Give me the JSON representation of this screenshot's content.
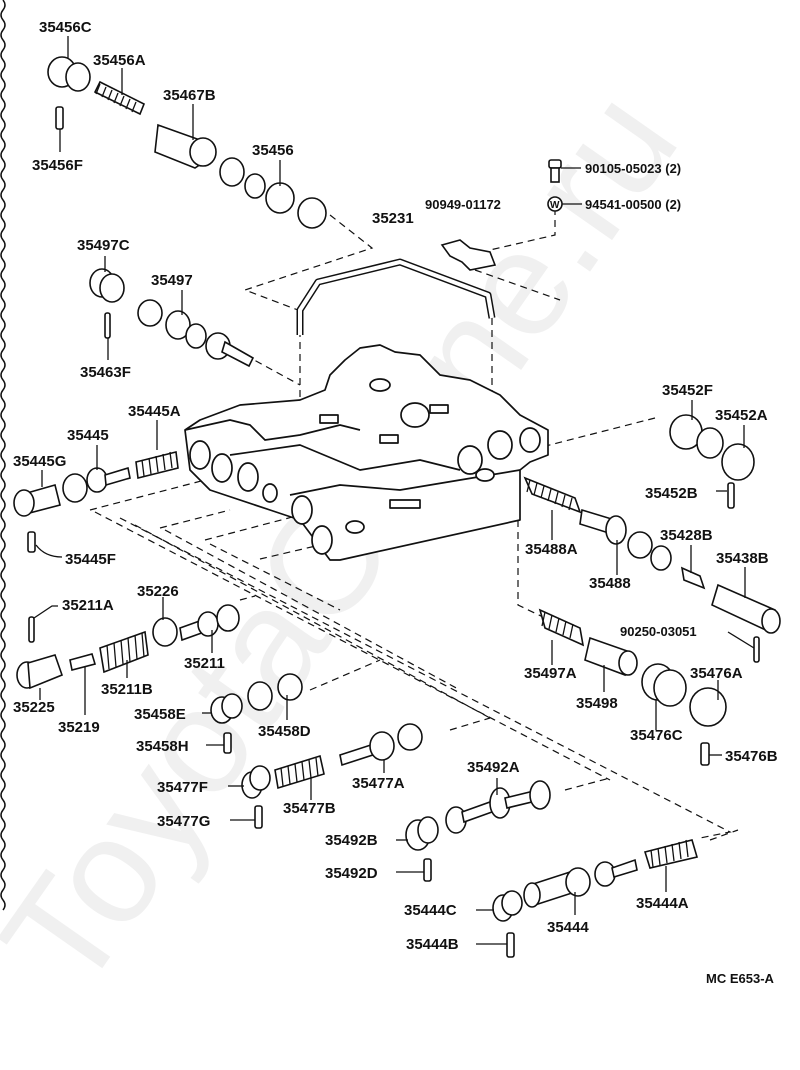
{
  "diagram": {
    "title": "Valve body assembly parts diagram",
    "figure_code": "MC E653-A",
    "watermark": "ToyotaOnline.ru",
    "labels": {
      "p35456C": "35456C",
      "p35456A": "35456A",
      "p35467B": "35467B",
      "p35456F": "35456F",
      "p35456": "35456",
      "p35231": "35231",
      "p90105": "90105-05023 (2)",
      "p94541": "94541-00500 (2)",
      "p90949": "90949-01172",
      "p35497C": "35497C",
      "p35497": "35497",
      "p35463F": "35463F",
      "p35452F": "35452F",
      "p35452A": "35452A",
      "p35452B": "35452B",
      "p35445A": "35445A",
      "p35445": "35445",
      "p35445G": "35445G",
      "p35445F": "35445F",
      "p35488A": "35488A",
      "p35488": "35488",
      "p35428B": "35428B",
      "p35438B": "35438B",
      "p35211A": "35211A",
      "p35226": "35226",
      "p35211": "35211",
      "p35211B": "35211B",
      "p35225": "35225",
      "p35219": "35219",
      "p90250": "90250-03051",
      "p35497A": "35497A",
      "p35498": "35498",
      "p35476A": "35476A",
      "p35476C": "35476C",
      "p35476B": "35476B",
      "p35458E": "35458E",
      "p35458D": "35458D",
      "p35458H": "35458H",
      "p35477A": "35477A",
      "p35477F": "35477F",
      "p35477B": "35477B",
      "p35477G": "35477G",
      "p35492A": "35492A",
      "p35492B": "35492B",
      "p35492D": "35492D",
      "p35444C": "35444C",
      "p35444": "35444",
      "p35444A": "35444A",
      "p35444B": "35444B"
    },
    "washer_symbol": "W"
  }
}
